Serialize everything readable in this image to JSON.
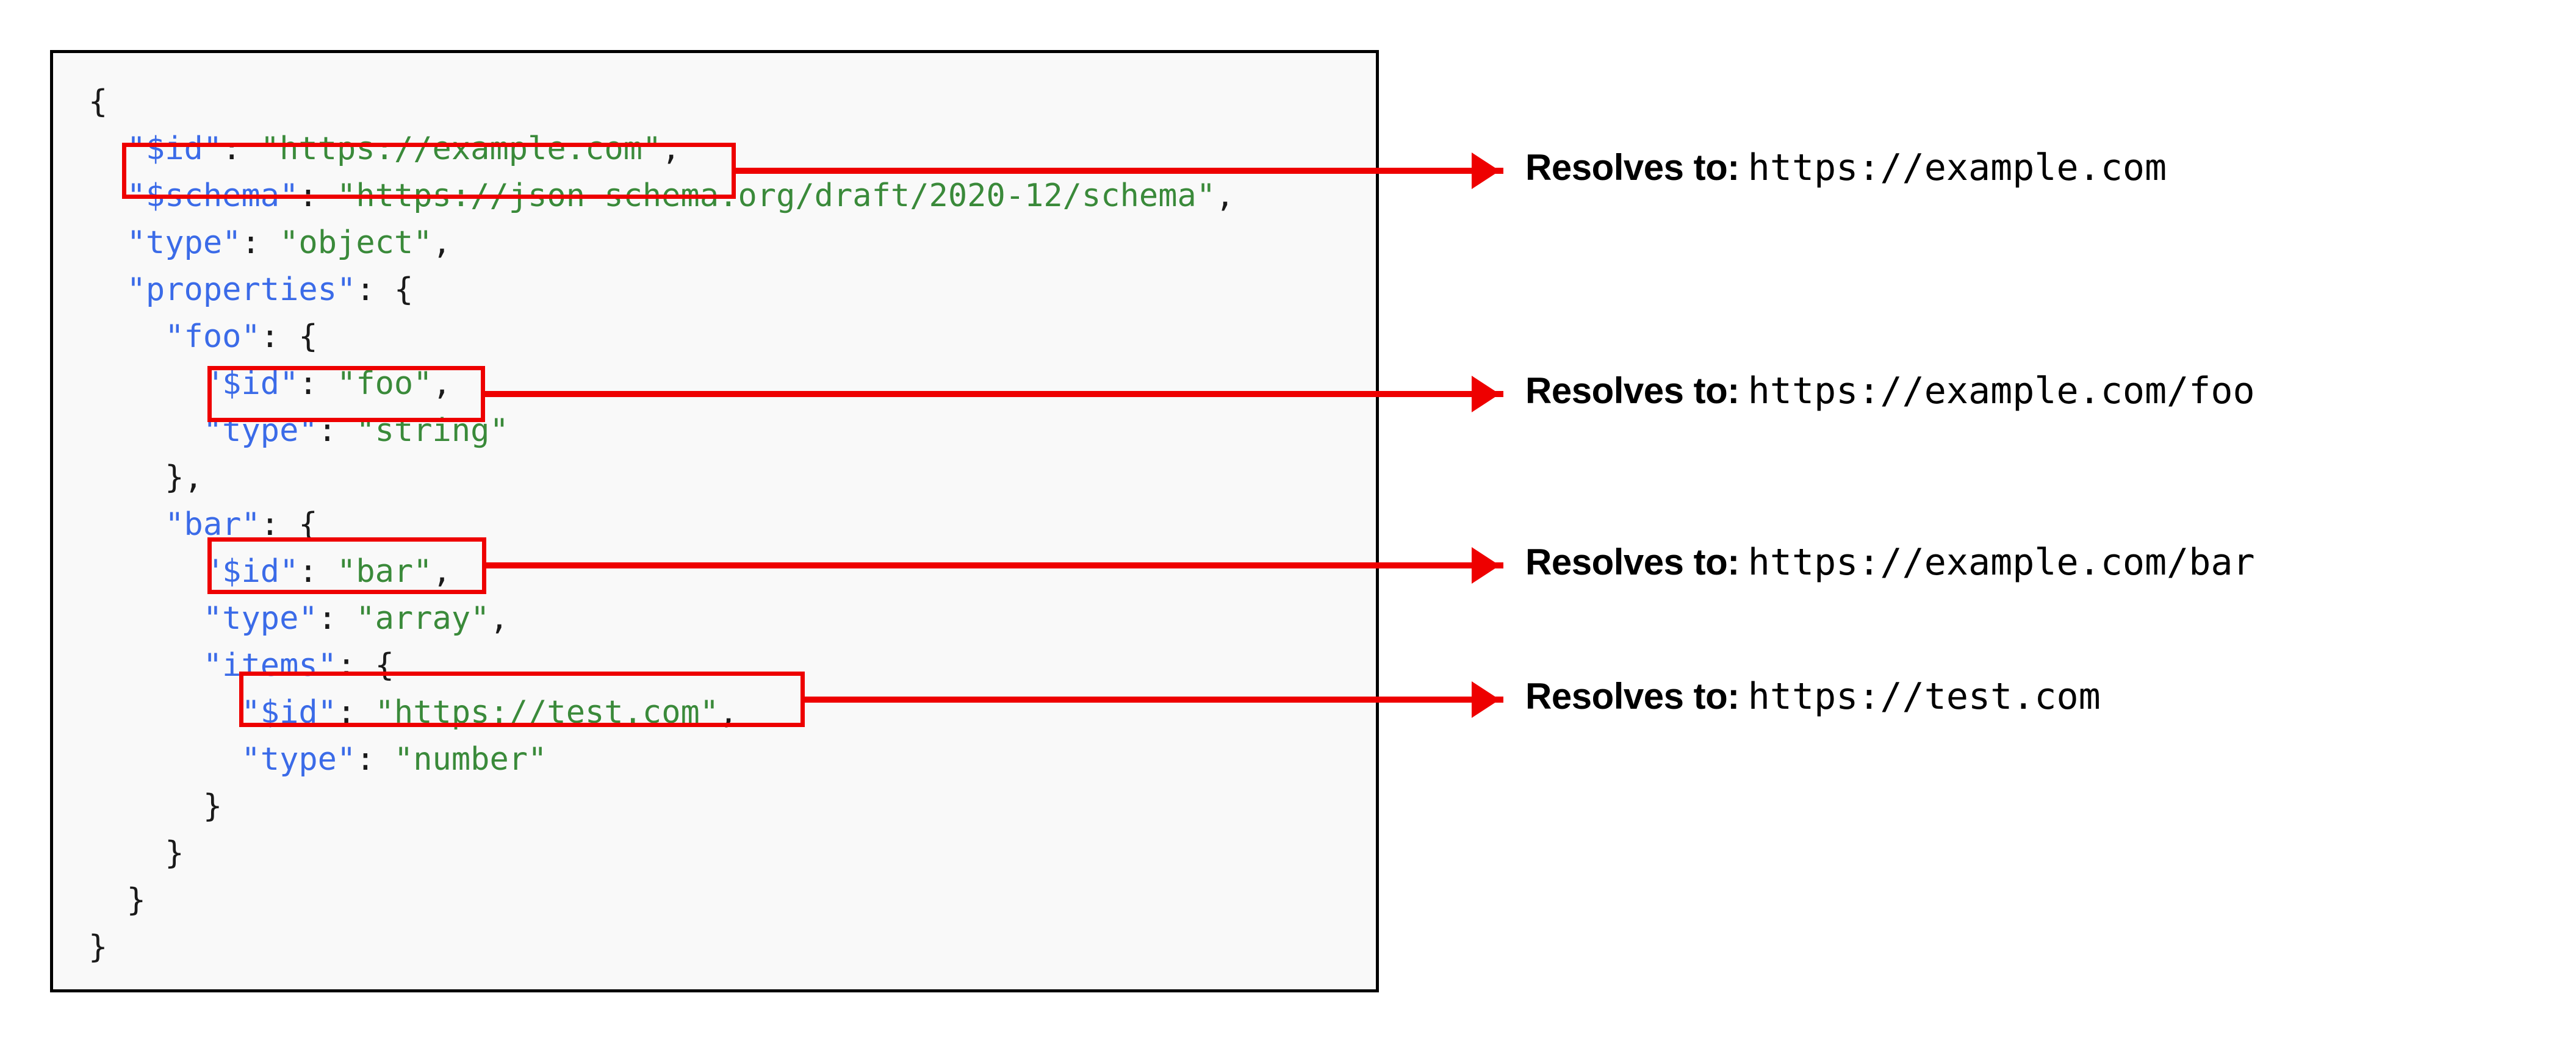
{
  "figure": {
    "kind": "json-schema-id-resolution-diagram",
    "accent_color": "#ee0000",
    "key_color": "#3b6be8",
    "string_color": "#3a8a3a",
    "panel_bg": "#f9f9f9",
    "panel_border": "#000000"
  },
  "code": {
    "language": "json",
    "lines": [
      {
        "indent": 0,
        "text": "{"
      },
      {
        "indent": 1,
        "key": "\"$id\"",
        "value": "\"https://example.com\"",
        "comma": ","
      },
      {
        "indent": 1,
        "key": "\"$schema\"",
        "value": "\"https://json-schema.org/draft/2020-12/schema\"",
        "comma": ","
      },
      {
        "indent": 1,
        "key": "\"type\"",
        "value": "\"object\"",
        "comma": ","
      },
      {
        "indent": 1,
        "key": "\"properties\"",
        "value": "{",
        "comma": ""
      },
      {
        "indent": 2,
        "key": "\"foo\"",
        "value": "{",
        "comma": ""
      },
      {
        "indent": 3,
        "key": "\"$id\"",
        "value": "\"foo\"",
        "comma": ","
      },
      {
        "indent": 3,
        "key": "\"type\"",
        "value": "\"string\"",
        "comma": ""
      },
      {
        "indent": 2,
        "text": "},"
      },
      {
        "indent": 2,
        "key": "\"bar\"",
        "value": "{",
        "comma": ""
      },
      {
        "indent": 3,
        "key": "\"$id\"",
        "value": "\"bar\"",
        "comma": ","
      },
      {
        "indent": 3,
        "key": "\"type\"",
        "value": "\"array\"",
        "comma": ","
      },
      {
        "indent": 3,
        "key": "\"items\"",
        "value": "{",
        "comma": ""
      },
      {
        "indent": 4,
        "key": "\"$id\"",
        "value": "\"https://test.com\"",
        "comma": ","
      },
      {
        "indent": 4,
        "key": "\"type\"",
        "value": "\"number\"",
        "comma": ""
      },
      {
        "indent": 3,
        "text": "}"
      },
      {
        "indent": 2,
        "text": "}"
      },
      {
        "indent": 1,
        "text": "}"
      },
      {
        "indent": 0,
        "text": "}"
      }
    ]
  },
  "annotations": [
    {
      "label": "Resolves to:",
      "url": "https://example.com"
    },
    {
      "label": "Resolves to:",
      "url": "https://example.com/foo"
    },
    {
      "label": "Resolves to:",
      "url": "https://example.com/bar"
    },
    {
      "label": "Resolves to:",
      "url": "https://test.com"
    }
  ]
}
